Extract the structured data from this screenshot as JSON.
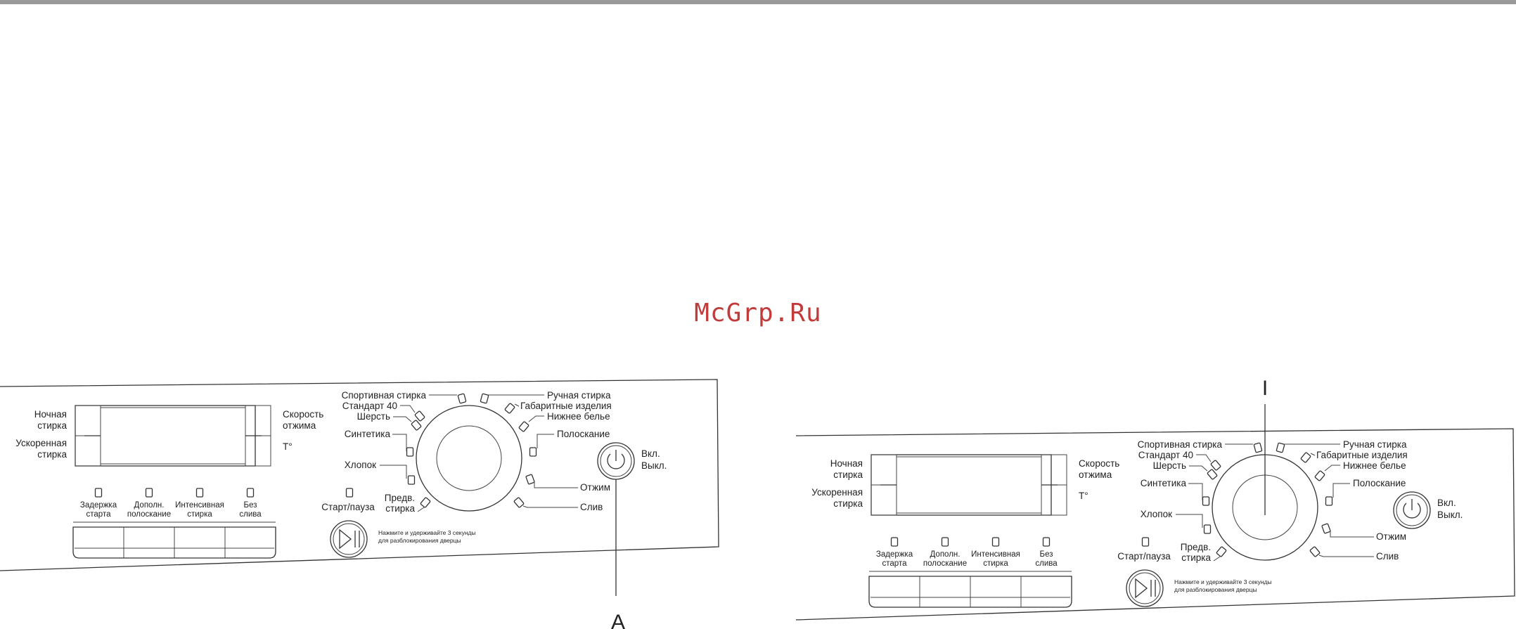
{
  "watermark": "McGrp.Ru",
  "callouts": {
    "a": "A",
    "i": "I"
  },
  "panel": {
    "left_display": {
      "night": "Ночная\nстирка",
      "quick": "Ускоренная\nстирка"
    },
    "right_display": {
      "spin": "Скорость\nотжима",
      "temp": "T°"
    },
    "buttons": [
      {
        "id": "delay",
        "label": "Задержка\nстарта"
      },
      {
        "id": "extra-rinse",
        "label": "Дополн.\nполоскание"
      },
      {
        "id": "intensive",
        "label": "Интенсивная\nстирка"
      },
      {
        "id": "no-drain",
        "label": "Без\nслива"
      }
    ],
    "start_pause": "Старт/пауза",
    "unlock_hint": "Нажмите и удерживайте 3 секунды\nдля разблокирования дверцы",
    "power": "Вкл.\nВыкл.",
    "programs_left": [
      "Спортивная стирка",
      "Стандарт 40",
      "Шерсть",
      "Синтетика",
      "Хлопок",
      "Предв.\nстирка"
    ],
    "programs_right": [
      "Ручная стирка",
      "Габаритные изделия",
      "Нижнее белье",
      "Полоскание",
      "Отжим",
      "Слив"
    ]
  }
}
